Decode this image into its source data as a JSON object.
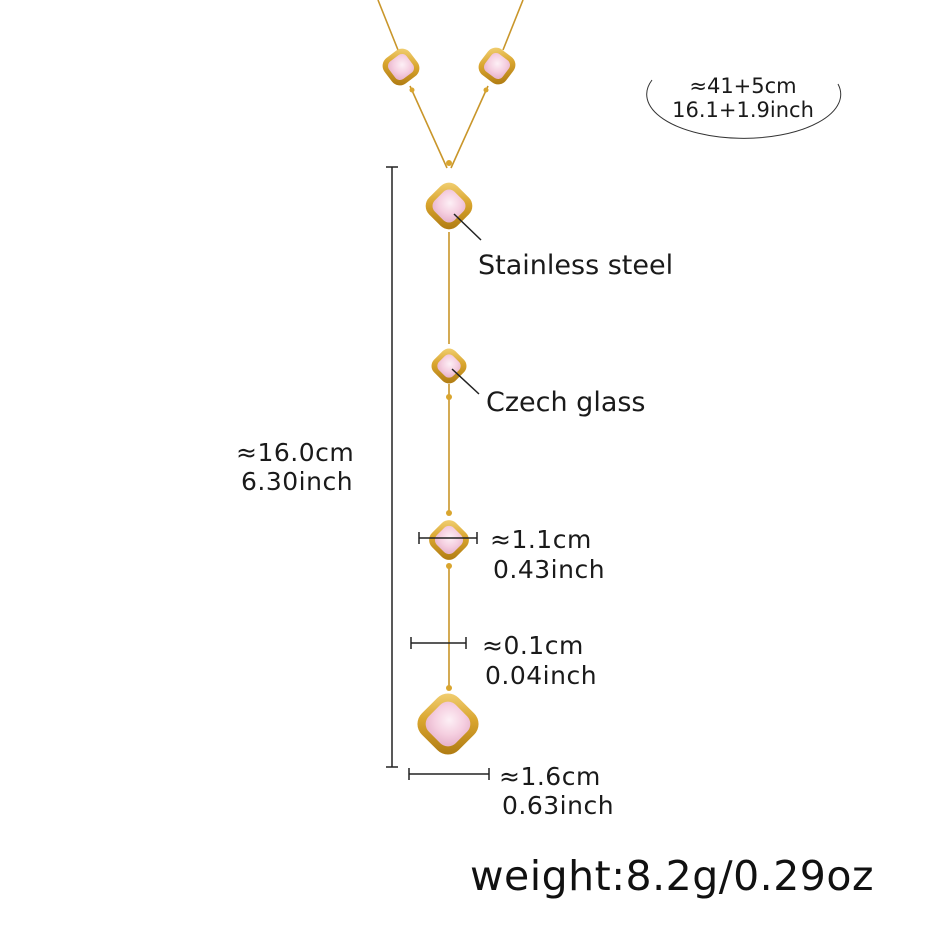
{
  "colors": {
    "gold": "#d9a52e",
    "gold_light": "#f3d27a",
    "gold_dark": "#b07d12",
    "stone": "#f7d4e4",
    "stone_light": "#fcebf3",
    "ink": "#1a1a1a"
  },
  "chain_length": {
    "cm": "≈41+5cm",
    "inch": "16.1+1.9inch"
  },
  "materials": {
    "chain": "Stainless steel",
    "stone": "Czech glass"
  },
  "drop_length": {
    "cm": "≈16.0cm",
    "inch": "6.30inch"
  },
  "small_stone_width": {
    "cm": "≈1.1cm",
    "inch": "0.43inch"
  },
  "chain_width": {
    "cm": "≈0.1cm",
    "inch": "0.04inch"
  },
  "large_stone_width": {
    "cm": "≈1.6cm",
    "inch": "0.63inch"
  },
  "weight": "weight:8.2g/0.29oz"
}
